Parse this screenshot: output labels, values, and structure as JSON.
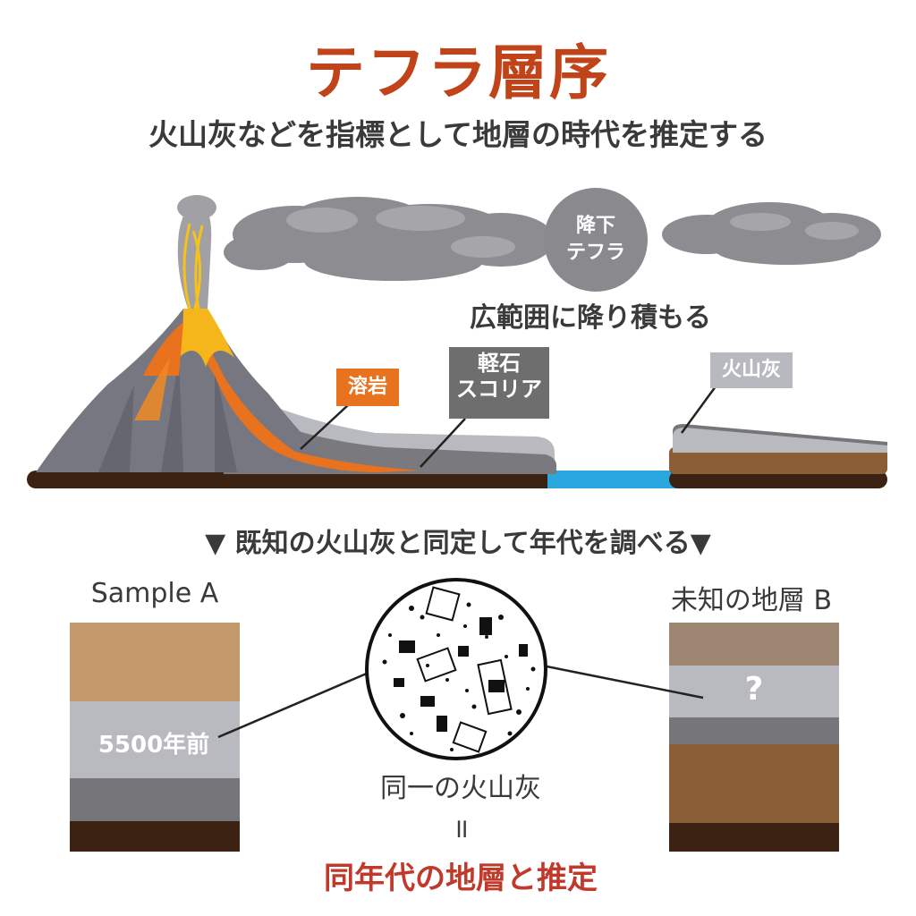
{
  "title": "テフラ層序",
  "subtitle": "火山灰などを指標として地層の時代を推定する",
  "scene": {
    "fall_label_line1": "降下",
    "fall_label_line2": "テフラ",
    "spread_text": "広範囲に降り積もる",
    "lava_label": "溶岩",
    "pumice_label_line1": "軽石",
    "pumice_label_line2": "スコリア",
    "ash_label": "火山灰"
  },
  "comparison": {
    "heading": "▼ 既知の火山灰と同定して年代を調べる▼",
    "sample_a": {
      "label": "Sample A",
      "age": "5500年前"
    },
    "unknown_b": {
      "label": "未知の地層 B",
      "marker": "?"
    },
    "same_ash": "同一の火山灰",
    "equals": "॥",
    "conclusion": "同年代の地層と推定"
  },
  "colors": {
    "title": "#c0431a",
    "conclusion": "#c0392b",
    "lava": "#e8721e",
    "pumice": "#6e6e6e",
    "ash": "#b8b9c0",
    "soil_light": "#c49a6c",
    "soil_dark": "#3b2212",
    "soil_brown": "#8a5f38",
    "water": "#2aa7de"
  }
}
